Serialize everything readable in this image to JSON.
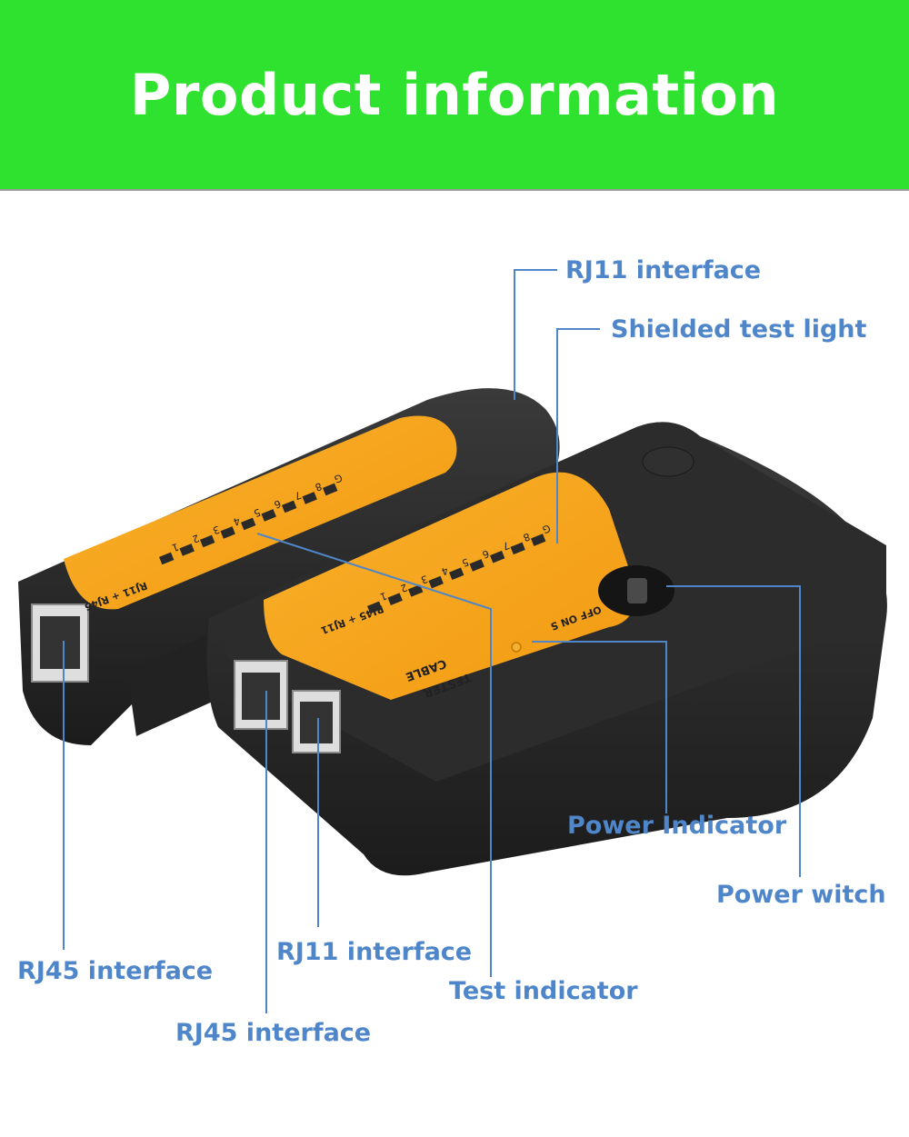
{
  "banner": {
    "title": "Product information"
  },
  "colors": {
    "banner_green": "#2fe22f",
    "callout_blue": "#4f86c9",
    "device_orange": "#f7a51c",
    "device_body": "#2a2a2a"
  },
  "device": {
    "remote_label": "RJ11 + RJ45",
    "main_label_line1": "CABLE",
    "main_label_line2": "TESTER",
    "main_port_label": "RJ45 + RJ11",
    "switch_label": "OFF ON S",
    "led_numbers": [
      "1",
      "2",
      "3",
      "4",
      "5",
      "6",
      "7",
      "8",
      "G"
    ]
  },
  "callouts": {
    "rj11_top": "RJ11 interface",
    "shielded_light": "Shielded test light",
    "power_indicator": "Power Indicator",
    "power_switch": "Power witch",
    "rj45_left": "RJ45 interface",
    "rj11_bottom": "RJ11 interface",
    "test_indicator": "Test indicator",
    "rj45_bottom": "RJ45 interface"
  }
}
